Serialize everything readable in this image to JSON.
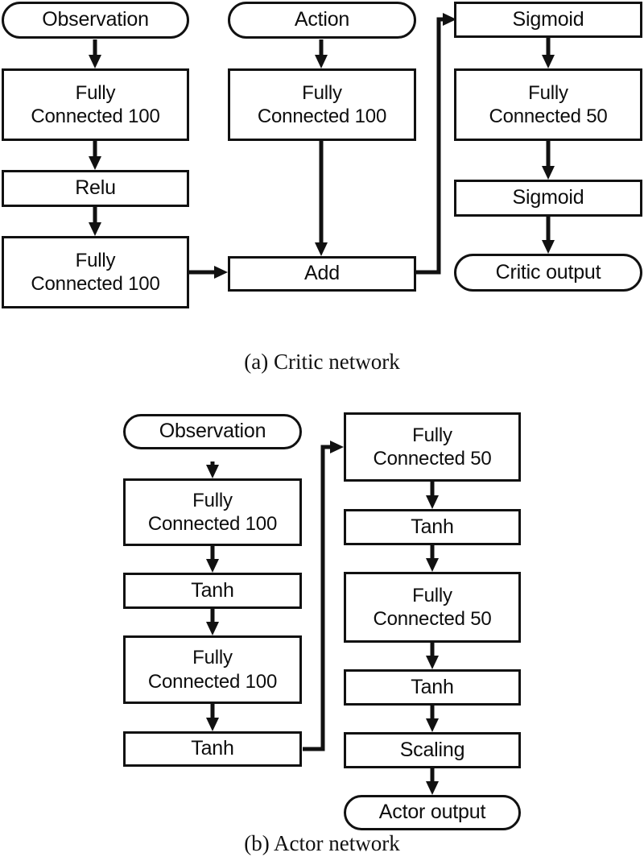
{
  "figure": {
    "background": "#ffffff",
    "stroke_color": "#111111",
    "panels": [
      {
        "id": "critic",
        "caption": "(a) Critic network",
        "nodes": [
          {
            "id": "obs",
            "label": "Observation",
            "shape": "pill"
          },
          {
            "id": "fc100a",
            "label": "Fully\nConnected 100",
            "shape": "rect"
          },
          {
            "id": "relu",
            "label": "Relu",
            "shape": "rect"
          },
          {
            "id": "fc100b",
            "label": "Fully\nConnected 100",
            "shape": "rect"
          },
          {
            "id": "action",
            "label": "Action",
            "shape": "pill"
          },
          {
            "id": "fc100c",
            "label": "Fully\nConnected 100",
            "shape": "rect"
          },
          {
            "id": "add",
            "label": "Add",
            "shape": "rect"
          },
          {
            "id": "sigmoid1",
            "label": "Sigmoid",
            "shape": "rect"
          },
          {
            "id": "fc50a",
            "label": "Fully\nConnected 50",
            "shape": "rect"
          },
          {
            "id": "sigmoid2",
            "label": "Sigmoid",
            "shape": "rect"
          },
          {
            "id": "criticout",
            "label": "Critic output",
            "shape": "pill"
          }
        ],
        "edges": [
          {
            "from": "obs",
            "to": "fc100a"
          },
          {
            "from": "fc100a",
            "to": "relu"
          },
          {
            "from": "relu",
            "to": "fc100b"
          },
          {
            "from": "fc100b",
            "to": "add"
          },
          {
            "from": "action",
            "to": "fc100c"
          },
          {
            "from": "fc100c",
            "to": "add"
          },
          {
            "from": "add",
            "to": "sigmoid1"
          },
          {
            "from": "sigmoid1",
            "to": "fc50a"
          },
          {
            "from": "fc50a",
            "to": "sigmoid2"
          },
          {
            "from": "sigmoid2",
            "to": "criticout"
          }
        ]
      },
      {
        "id": "actor",
        "caption": "(b) Actor network",
        "nodes": [
          {
            "id": "obs2",
            "label": "Observation",
            "shape": "pill"
          },
          {
            "id": "fc100d",
            "label": "Fully\nConnected 100",
            "shape": "rect"
          },
          {
            "id": "tanh1",
            "label": "Tanh",
            "shape": "rect"
          },
          {
            "id": "fc100e",
            "label": "Fully\nConnected 100",
            "shape": "rect"
          },
          {
            "id": "tanh2",
            "label": "Tanh",
            "shape": "rect"
          },
          {
            "id": "fc50b",
            "label": "Fully\nConnected 50",
            "shape": "rect"
          },
          {
            "id": "tanh3",
            "label": "Tanh",
            "shape": "rect"
          },
          {
            "id": "fc50c",
            "label": "Fully\nConnected 50",
            "shape": "rect"
          },
          {
            "id": "tanh4",
            "label": "Tanh",
            "shape": "rect"
          },
          {
            "id": "scaling",
            "label": "Scaling",
            "shape": "rect"
          },
          {
            "id": "actorout",
            "label": "Actor output",
            "shape": "pill"
          }
        ],
        "edges": [
          {
            "from": "obs2",
            "to": "fc100d"
          },
          {
            "from": "fc100d",
            "to": "tanh1"
          },
          {
            "from": "tanh1",
            "to": "fc100e"
          },
          {
            "from": "fc100e",
            "to": "tanh2"
          },
          {
            "from": "tanh2",
            "to": "fc50b"
          },
          {
            "from": "fc50b",
            "to": "tanh3"
          },
          {
            "from": "tanh3",
            "to": "fc50c"
          },
          {
            "from": "fc50c",
            "to": "tanh4"
          },
          {
            "from": "tanh4",
            "to": "scaling"
          },
          {
            "from": "scaling",
            "to": "actorout"
          }
        ]
      }
    ]
  }
}
